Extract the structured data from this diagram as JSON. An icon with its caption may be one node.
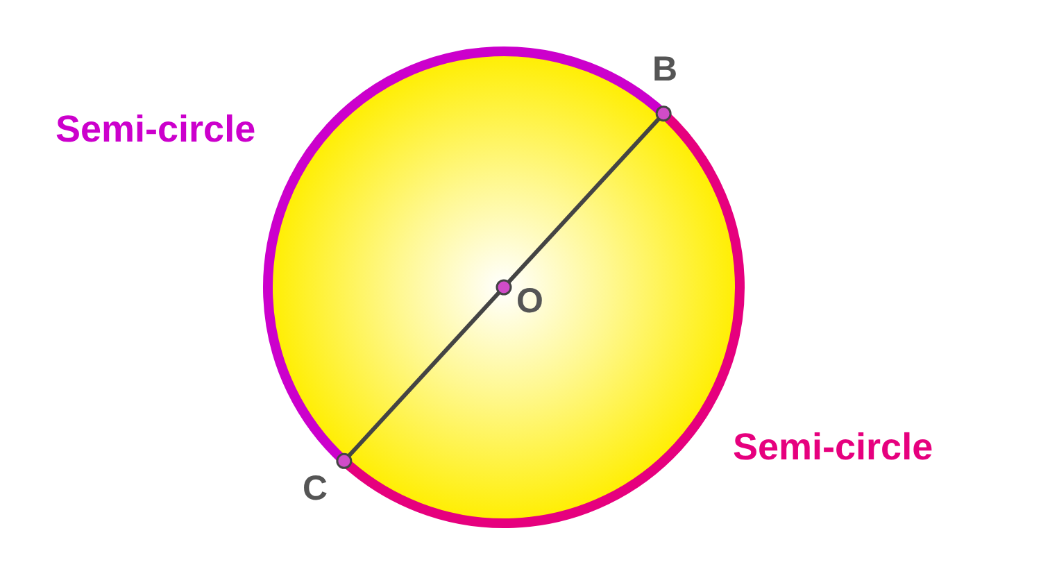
{
  "diagram": {
    "labels": [
      "Semi-circle",
      "B",
      "O",
      "C",
      "Semi-circle"
    ]
  }
}
